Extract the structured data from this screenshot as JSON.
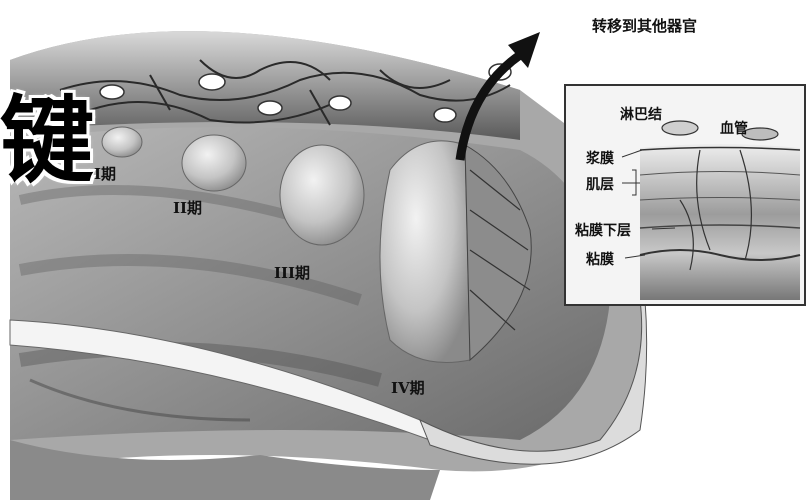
{
  "overlay_char": "键",
  "metastasis_label": "转移到其他器官",
  "stages": {
    "stage1": "I期",
    "stage2": "II期",
    "stage3": "III期",
    "stage4": "IV期"
  },
  "inset": {
    "lymph_node": "淋巴结",
    "blood_vessel": "血管",
    "serosa": "浆膜",
    "muscle_layer": "肌层",
    "submucosa": "粘膜下层",
    "mucosa": "粘膜"
  }
}
